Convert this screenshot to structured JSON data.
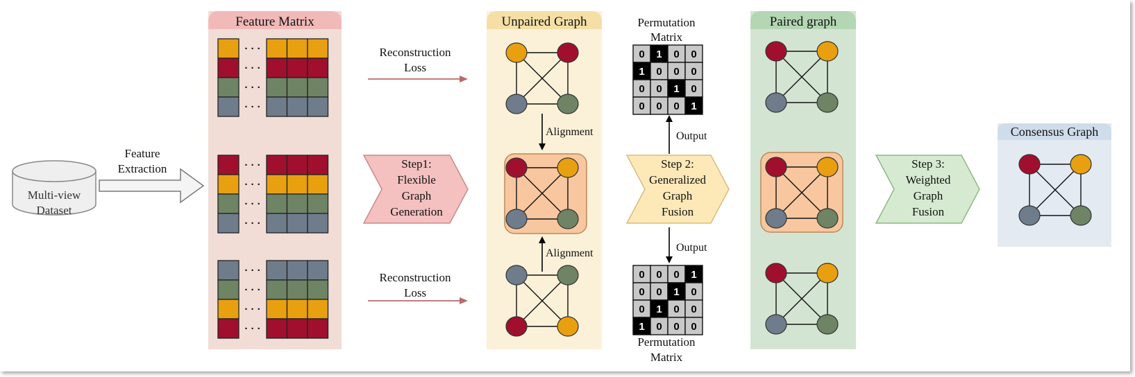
{
  "input": {
    "dataset_line1": "Multi-view",
    "dataset_line2": "Dataset",
    "extraction_line1": "Feature",
    "extraction_line2": "Extraction"
  },
  "feature_matrix": {
    "title": "Feature Matrix",
    "dots": "· · ·",
    "blocks": [
      [
        "orange",
        "crimson",
        "green",
        "slate"
      ],
      [
        "crimson",
        "orange",
        "green",
        "slate"
      ],
      [
        "slate",
        "green",
        "orange",
        "crimson"
      ]
    ]
  },
  "colors": {
    "orange": "#e8a010",
    "crimson": "#a0102e",
    "green": "#6e8464",
    "slate": "#6f7c8c",
    "feature_panel_bg": "#f1dcd6",
    "feature_panel_header": "#f2b9b9",
    "unpaired_panel_bg": "#fbf1d8",
    "unpaired_panel_header": "#f5dfa5",
    "paired_panel_bg": "#d4e4d2",
    "paired_panel_header": "#b4d6b3",
    "consensus_panel_bg": "#e4eaf2",
    "consensus_panel_header": "#cfdceb",
    "highlight_bg": "#f8c7a0",
    "highlight_border": "#b98a58",
    "loss_arrow": "#b86a6a",
    "step1_fill": "#f4c0c0",
    "step2_fill": "#fde8b8",
    "step3_fill": "#d5ead0"
  },
  "losses": {
    "top_line1": "Reconstruction",
    "top_line2": "Loss",
    "bottom_line1": "Reconstruction",
    "bottom_line2": "Loss"
  },
  "steps": {
    "step1": [
      "Step1:",
      "Flexible",
      "Graph",
      "Generation"
    ],
    "step2": [
      "Step 2:",
      "Generalized",
      "Graph",
      "Fusion"
    ],
    "step3": [
      "Step 3:",
      "Weighted",
      "Graph",
      "Fusion"
    ]
  },
  "unpaired": {
    "title": "Unpaired Graph",
    "alignment_top": "Alignment",
    "alignment_bottom": "Alignment",
    "graphs": [
      [
        "orange",
        "crimson",
        "slate",
        "green"
      ],
      [
        "crimson",
        "orange",
        "slate",
        "green"
      ],
      [
        "slate",
        "green",
        "crimson",
        "orange"
      ]
    ]
  },
  "permutation": {
    "top_title_line1": "Permutation",
    "top_title_line2": "Matrix",
    "bottom_title_line1": "Permutation",
    "bottom_title_line2": "Matrix",
    "output_top": "Output",
    "output_bottom": "Output",
    "top_matrix": [
      [
        0,
        1,
        0,
        0
      ],
      [
        1,
        0,
        0,
        0
      ],
      [
        0,
        0,
        1,
        0
      ],
      [
        0,
        0,
        0,
        1
      ]
    ],
    "bottom_matrix": [
      [
        0,
        0,
        0,
        1
      ],
      [
        0,
        0,
        1,
        0
      ],
      [
        0,
        1,
        0,
        0
      ],
      [
        1,
        0,
        0,
        0
      ]
    ]
  },
  "paired": {
    "title": "Paired graph",
    "graphs": [
      [
        "crimson",
        "orange",
        "slate",
        "green"
      ],
      [
        "crimson",
        "orange",
        "slate",
        "green"
      ],
      [
        "crimson",
        "orange",
        "slate",
        "green"
      ]
    ]
  },
  "consensus": {
    "title": "Consensus Graph",
    "graph": [
      "crimson",
      "orange",
      "slate",
      "green"
    ]
  }
}
